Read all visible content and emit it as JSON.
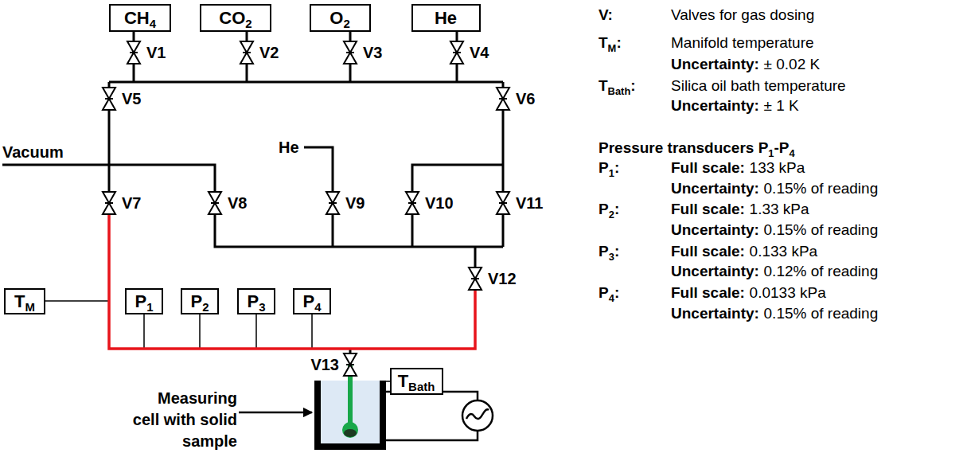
{
  "diagram": {
    "nodes": [
      {
        "text": [
          "CH4"
        ]
      },
      {
        "text": [
          "CO2"
        ]
      },
      {
        "text": [
          "O2"
        ]
      },
      {
        "text": [
          "He"
        ]
      },
      {
        "text": [
          "TM"
        ]
      },
      {
        "text": [
          "P1"
        ]
      },
      {
        "text": [
          "P2"
        ]
      },
      {
        "text": [
          "P3"
        ]
      },
      {
        "text": [
          "P4"
        ]
      },
      {
        "text": [
          "TBath"
        ]
      }
    ],
    "labels": [
      "V1",
      "V2",
      "V3",
      "V4",
      "V5",
      "V6",
      "V7",
      "V8",
      "V9",
      "V10",
      "V11",
      "V12",
      "V13",
      "Vacuum",
      "He",
      "Measuring cell with solid sample",
      "V:",
      "Valves for gas dosing",
      "TM:",
      "Manifold temperature",
      "Uncertainty:",
      "± 0.02 K",
      "TBath:",
      "Silica oil bath temperature",
      "Uncertainty:",
      "± 1 K",
      "Pressure transducers P1-P4",
      "P1:",
      "Full scale:",
      "133 kPa",
      "Uncertainty:",
      "0.15% of reading",
      "P2:",
      "Full scale:",
      "1.33 kPa",
      "Uncertainty:",
      "0.15% of reading",
      "P3:",
      "Full scale:",
      "0.133 kPa",
      "Uncertainty:",
      "0.12% of reading",
      "P4:",
      "Full scale:",
      "0.0133 kPa",
      "Uncertainty:",
      "0.15% of reading"
    ]
  }
}
